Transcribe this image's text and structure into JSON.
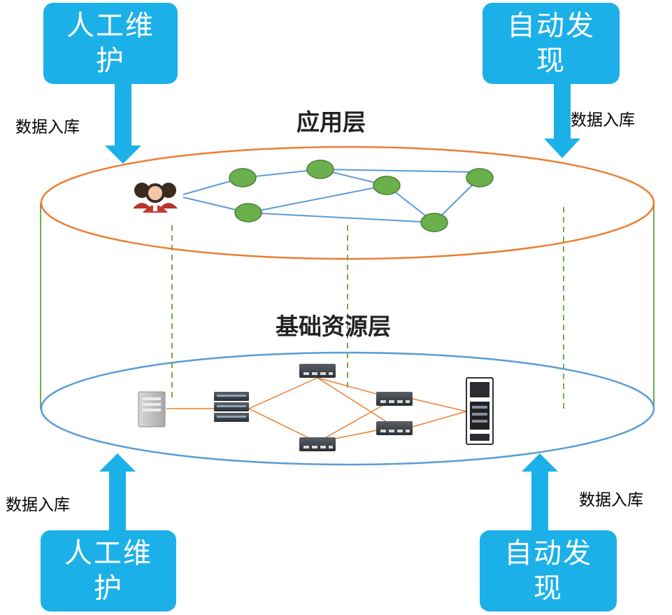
{
  "boxes": {
    "top_left": {
      "line1": "人工维",
      "line2": "护"
    },
    "top_right": {
      "line1": "自动发",
      "line2": "现"
    },
    "bottom_left": {
      "line1": "人工维",
      "line2": "护"
    },
    "bottom_right": {
      "line1": "自动发",
      "line2": "现"
    }
  },
  "labels": {
    "top_left": "数据入库",
    "top_right": "数据入库",
    "bottom_left": "数据入库",
    "bottom_right": "数据入库"
  },
  "layers": {
    "application": "应用层",
    "resource": "基础资源层"
  },
  "colors": {
    "box": "#1cb0e8",
    "arrow": "#1cb0e8",
    "top_ellipse": "#ed7d31",
    "bottom_ellipse": "#5b9bd5",
    "side_lines": "#70ad47",
    "node_fill": "#6ab04c",
    "node_edge": "#5b9bd5",
    "device_edge": "#ed7d31",
    "dashed": "#70ad47"
  },
  "icons": [
    "users-icon",
    "server-icon",
    "switch-icon",
    "router-icon",
    "rack-icon"
  ]
}
